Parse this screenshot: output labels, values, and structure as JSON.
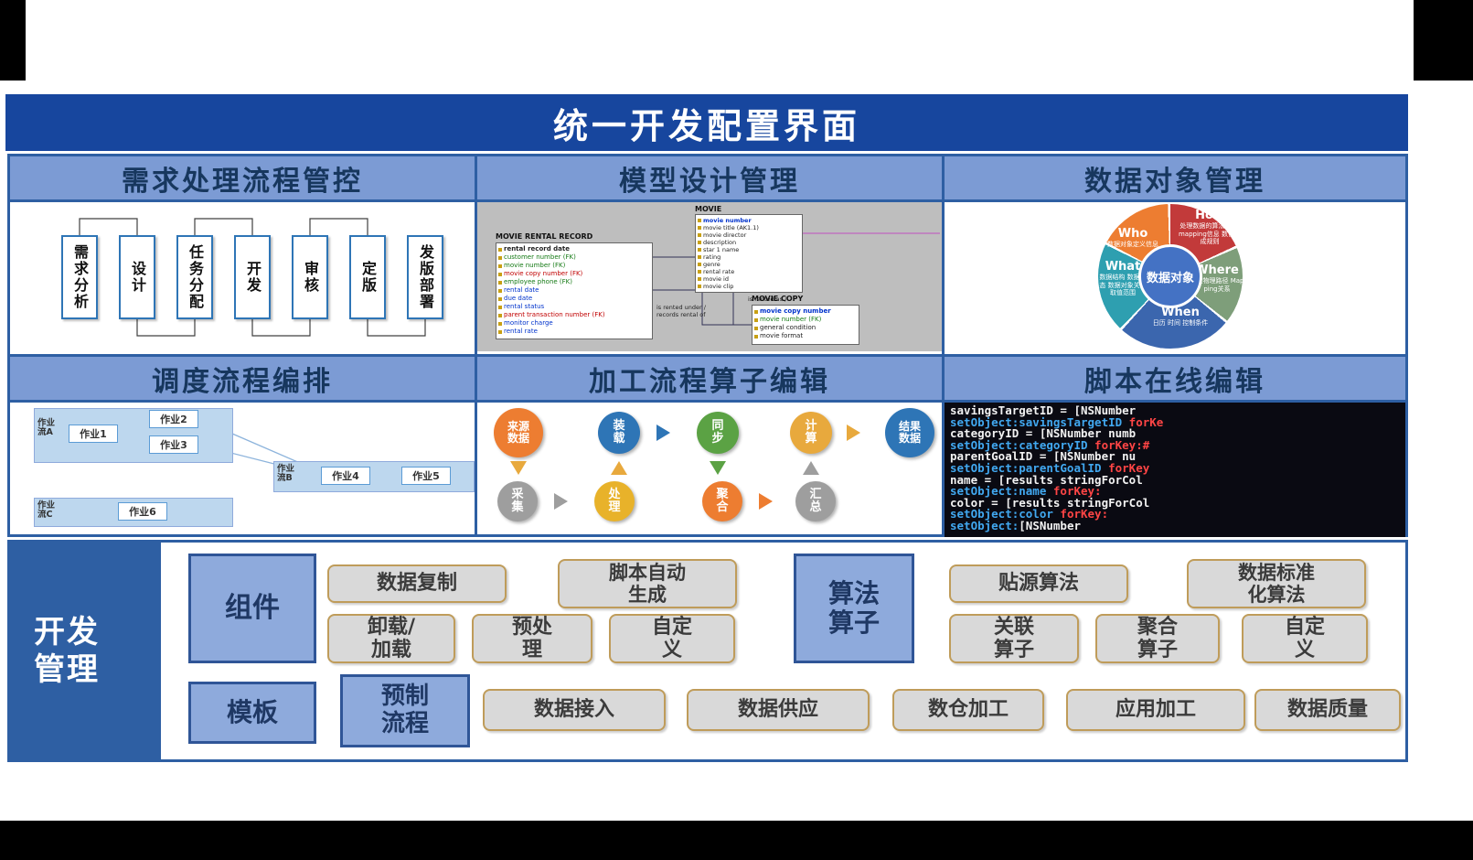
{
  "title": "统一开发配置界面",
  "colors": {
    "accent": "#17469E",
    "panel_header": "#7C9BD4",
    "border": "#2E5FA3",
    "button_fill": "#D9D9D9",
    "category_fill": "#8EAADC"
  },
  "panels": {
    "requirements": {
      "header": "需求处理流程管控",
      "steps": [
        "需求分析",
        "设计",
        "任务分配",
        "开发",
        "审核",
        "定版",
        "发版部署"
      ]
    },
    "model": {
      "header": "模型设计管理",
      "tables": [
        {
          "name": "MOVIE RENTAL RECORD",
          "rows": [
            "rental record date",
            "customer number (FK)",
            "movie number (FK)",
            "movie copy number (FK)",
            "employee phone (FK)",
            "rental date",
            "due date",
            "rental status",
            "parent transaction number (FK)",
            "monitor charge",
            "rental rate"
          ]
        },
        {
          "name": "MOVIE",
          "rows": [
            "movie number",
            "movie title (AK1.1)",
            "movie director",
            "description",
            "star 1 name",
            "rating",
            "genre",
            "rental rate",
            "movie id",
            "movie clip"
          ]
        },
        {
          "name": "MOVIE COPY",
          "rows": [
            "movie copy number",
            "movie number (FK)",
            "general condition",
            "movie format"
          ]
        }
      ],
      "relations": {
        "rel1": "is rented as /",
        "rel2": "is rented under /",
        "rel3": "records rental of"
      }
    },
    "data_object": {
      "header": "数据对象管理",
      "center": "数据对象",
      "slices": [
        {
          "name": "Who",
          "desc": "数据对象定义信息"
        },
        {
          "name": "How",
          "desc": "处理数据的算法 字段mapping信息 数值生成规则"
        },
        {
          "name": "Where",
          "desc": "存放物理路径 Mapping关系"
        },
        {
          "name": "When",
          "desc": "日历 时间 控制条件"
        },
        {
          "name": "What",
          "desc": "数据结构 数据形态 数据对象关系 取值范围"
        }
      ]
    },
    "scheduling": {
      "header": "调度流程编排",
      "flows": [
        {
          "label": "作业流A",
          "jobs": [
            "作业1",
            "作业2",
            "作业3"
          ]
        },
        {
          "label": "作业流B",
          "jobs": [
            "作业4",
            "作业5"
          ]
        },
        {
          "label": "作业流C",
          "jobs": [
            "作业6"
          ]
        }
      ]
    },
    "processing": {
      "header": "加工流程算子编辑",
      "top_nodes": [
        "来源数据",
        "装载",
        "同步",
        "计算",
        "结果数据"
      ],
      "bottom_nodes": [
        "采集",
        "处理",
        "聚合",
        "汇总"
      ]
    },
    "script": {
      "header": "脚本在线编辑",
      "code": [
        {
          "a": "savingsTargetID = [NSNumber",
          "b": ""
        },
        {
          "a": "setObject:savingsTargetID ",
          "b": "forKe"
        },
        {
          "a": "categoryID = [NSNumber numb",
          "b": ""
        },
        {
          "a": "setObject:categoryID ",
          "b": "forKey:#"
        },
        {
          "a": "parentGoalID = [NSNumber nu",
          "b": ""
        },
        {
          "a": "setObject:parentGoalID ",
          "b": "forKey"
        },
        {
          "a": "name = [results ",
          "b": "stringForCol"
        },
        {
          "a": "setObject:name ",
          "b": "forKey:"
        },
        {
          "a": "color = [results ",
          "b": "stringForCol"
        },
        {
          "a": "setObject:color ",
          "b": "forKey:"
        },
        {
          "a": "setObject:",
          "b": "[NSNumber"
        }
      ]
    }
  },
  "bottom": {
    "label": "开发管理",
    "component_group": {
      "category": "组件",
      "buttons": [
        "数据复制",
        "脚本自动生成",
        "卸载/加载",
        "预处理",
        "自定义"
      ]
    },
    "algorithm_group": {
      "category": "算法算子",
      "buttons": [
        "贴源算法",
        "数据标准化算法",
        "关联算子",
        "聚合算子",
        "自定义"
      ]
    },
    "template_group": {
      "category": "模板",
      "sub_category": "预制流程",
      "buttons": [
        "数据接入",
        "数据供应",
        "数仓加工",
        "应用加工",
        "数据质量"
      ]
    }
  }
}
